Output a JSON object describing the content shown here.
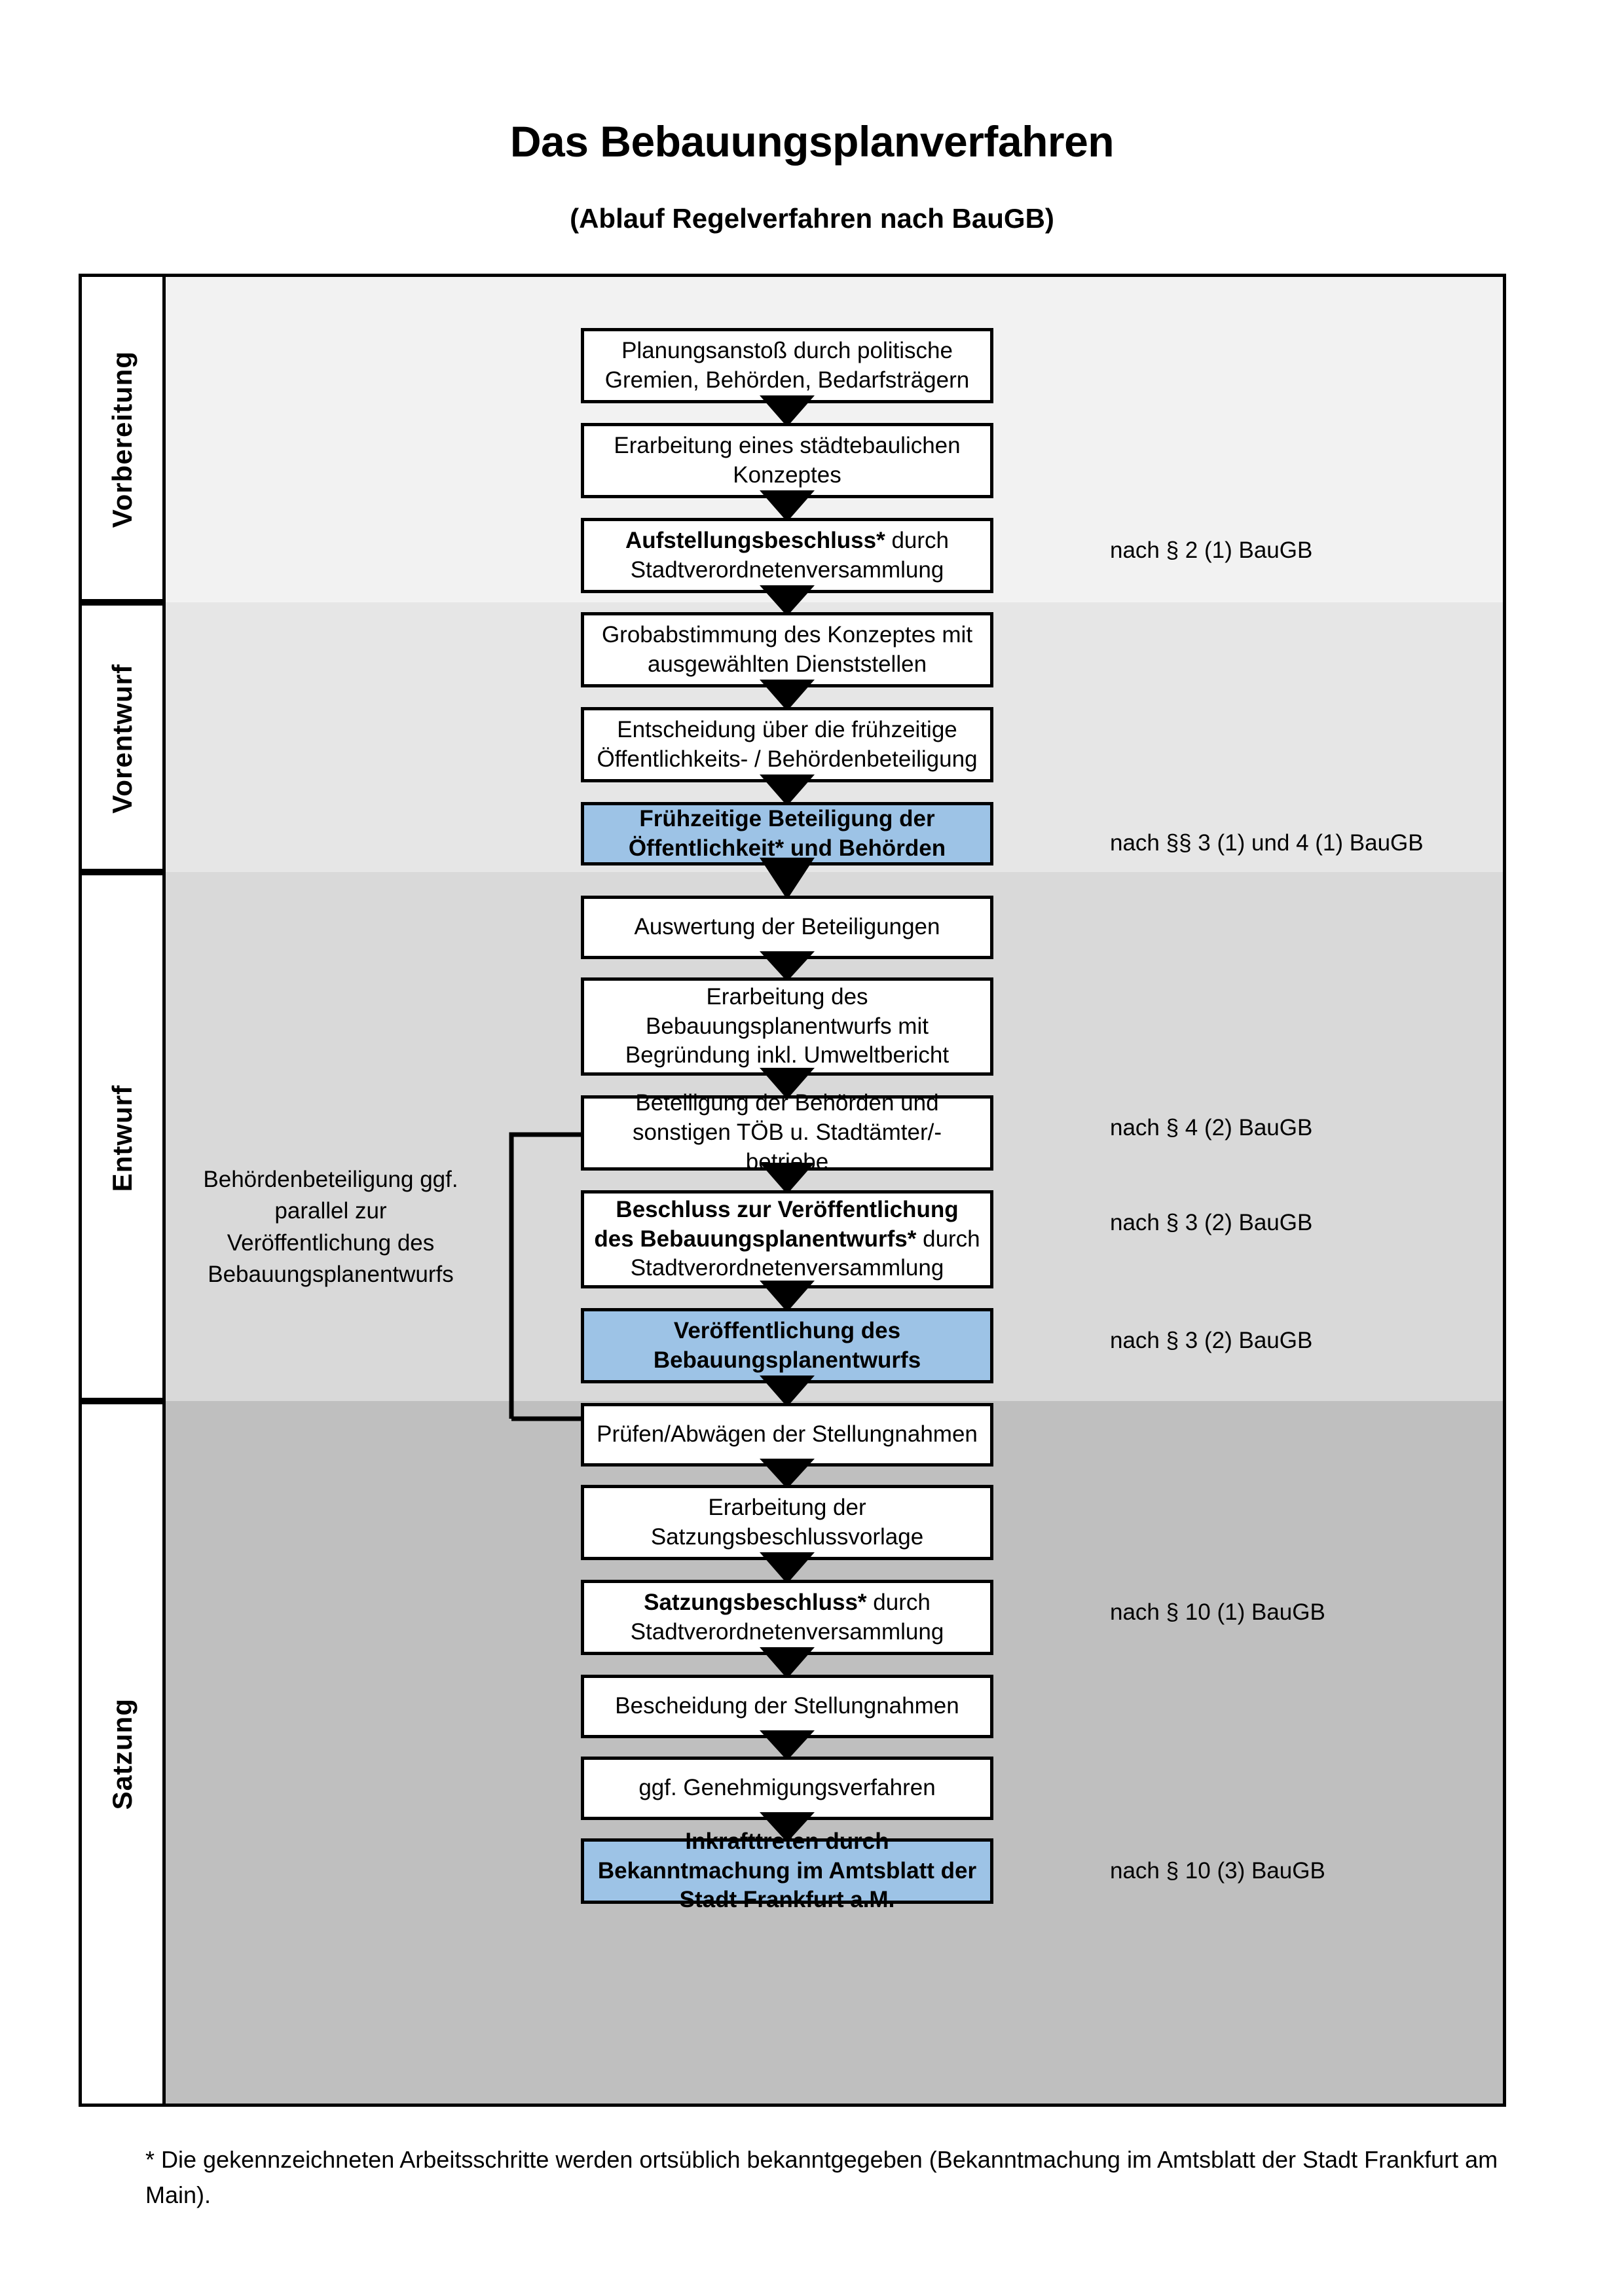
{
  "header": {
    "title": "Das Bebauungsplanverfahren",
    "subtitle": "(Ablauf Regelverfahren nach BauGB)"
  },
  "colors": {
    "highlight_blue": "#9DC3E6",
    "band_1": "#F2F2F2",
    "band_2": "#E6E6E6",
    "band_3": "#D9D9D9",
    "band_4": "#BFBFBF",
    "outline": "#000000"
  },
  "phases": [
    {
      "label": "Vorbereitung"
    },
    {
      "label": "Vorentwurf"
    },
    {
      "label": "Entwurf"
    },
    {
      "label": "Satzung"
    }
  ],
  "steps": [
    {
      "id": "planungsanstoss",
      "phase": "Vorbereitung",
      "bold_prefix": "",
      "text": "Planungsanstoß durch politische Gremien, Behörden, Bedarfsträgern",
      "highlight": false
    },
    {
      "id": "staedtebauliches-konzept",
      "phase": "Vorbereitung",
      "bold_prefix": "",
      "text": "Erarbeitung eines städtebaulichen Konzeptes",
      "highlight": false
    },
    {
      "id": "aufstellungsbeschluss",
      "phase": "Vorbereitung",
      "bold_prefix": "Aufstellungsbeschluss*",
      "text": " durch Stadtverordnetenversammlung",
      "highlight": false
    },
    {
      "id": "grobabstimmung",
      "phase": "Vorentwurf",
      "bold_prefix": "",
      "text": "Grobabstimmung des Konzeptes mit ausgewählten Dienststellen",
      "highlight": false
    },
    {
      "id": "entscheidung-fruehzeitige",
      "phase": "Vorentwurf",
      "bold_prefix": "",
      "text": "Entscheidung über die frühzeitige Öffentlichkeits- / Behördenbeteiligung",
      "highlight": false
    },
    {
      "id": "fruehzeitige-beteiligung",
      "phase": "Vorentwurf",
      "bold_prefix": "",
      "text": "Frühzeitige Beteiligung der Öffentlichkeit* und Behörden",
      "highlight": true
    },
    {
      "id": "auswertung-beteiligungen",
      "phase": "Entwurf",
      "bold_prefix": "",
      "text": "Auswertung der Beteiligungen",
      "highlight": false
    },
    {
      "id": "erarbeitung-bplanentwurf",
      "phase": "Entwurf",
      "bold_prefix": "",
      "text": "Erarbeitung des Bebauungsplanentwurfs mit Begründung inkl. Umweltbericht",
      "highlight": false
    },
    {
      "id": "beteiligung-behoerden-toeb",
      "phase": "Entwurf",
      "bold_prefix": "",
      "text": "Beteiligung der Behörden und sonstigen TÖB u. Stadtämter/-betriebe",
      "highlight": false
    },
    {
      "id": "beschluss-veroeffentlichung",
      "phase": "Entwurf",
      "bold_prefix": "Beschluss zur Veröffentlichung des Bebauungsplanentwurfs*",
      "text": " durch Stadtverordnetenversammlung",
      "highlight": false
    },
    {
      "id": "veroeffentlichung-bplanentwurf",
      "phase": "Entwurf",
      "bold_prefix": "",
      "text": "Veröffentlichung des Bebauungsplanentwurfs",
      "highlight": true
    },
    {
      "id": "pruefen-abwaegen",
      "phase": "Satzung",
      "bold_prefix": "",
      "text": "Prüfen/Abwägen der Stellungnahmen",
      "highlight": false
    },
    {
      "id": "erarbeitung-satzungsvorlage",
      "phase": "Satzung",
      "bold_prefix": "",
      "text": "Erarbeitung der Satzungsbeschlussvorlage",
      "highlight": false
    },
    {
      "id": "satzungsbeschluss",
      "phase": "Satzung",
      "bold_prefix": "Satzungsbeschluss*",
      "text": " durch Stadtverordnetenversammlung",
      "highlight": false
    },
    {
      "id": "bescheidung-stellungnahmen",
      "phase": "Satzung",
      "bold_prefix": "",
      "text": "Bescheidung der Stellungnahmen",
      "highlight": false
    },
    {
      "id": "genehmigungsverfahren",
      "phase": "Satzung",
      "bold_prefix": "",
      "text": "ggf. Genehmigungsverfahren",
      "highlight": false
    },
    {
      "id": "inkrafttreten",
      "phase": "Satzung",
      "bold_prefix": "Inkrafttreten",
      "text": " durch Bekanntmachung im Amtsblatt der Stadt Frankfurt a.M.",
      "highlight": true
    }
  ],
  "legal_refs": [
    {
      "id": "ref-aufstellungsbeschluss",
      "text": "nach § 2 (1) BauGB"
    },
    {
      "id": "ref-fruehzeitige-beteiligung",
      "text": "nach §§ 3 (1) und 4 (1) BauGB"
    },
    {
      "id": "ref-behoerdenbeteiligung",
      "text": "nach § 4 (2) BauGB"
    },
    {
      "id": "ref-beschluss-veroeffentlichung",
      "text": "nach § 3 (2) BauGB"
    },
    {
      "id": "ref-veroeffentlichung",
      "text": "nach § 3 (2) BauGB"
    },
    {
      "id": "ref-satzungsbeschluss",
      "text": "nach § 10 (1) BauGB"
    },
    {
      "id": "ref-inkrafttreten",
      "text": "nach § 10 (3) BauGB"
    }
  ],
  "side_note": "Behördenbeteiligung ggf. parallel zur Veröffentlichung des Bebauungsplanentwurfs",
  "footnote": "* Die gekennzeichneten Arbeitsschritte werden ortsüblich bekanntgegeben (Bekanntmachung im Amtsblatt  der Stadt Frankfurt am Main)."
}
